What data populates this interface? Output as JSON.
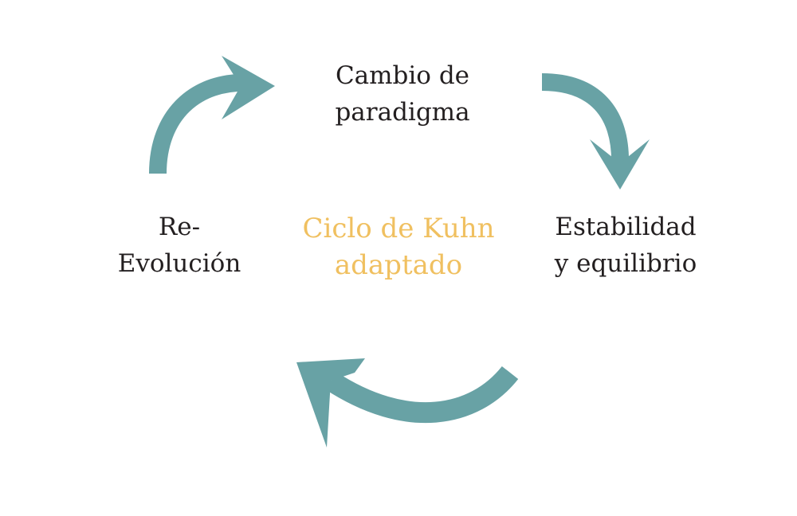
{
  "diagram": {
    "center": {
      "line1": "Ciclo de Kuhn",
      "line2": "adaptado",
      "color": "#f0c060"
    },
    "nodes": {
      "top": {
        "line1": "Cambio de",
        "line2": "paradigma"
      },
      "right": {
        "line1": "Estabilidad",
        "line2": "y equilibrio"
      },
      "left": {
        "line1": "Re-",
        "line2": "Evolución"
      }
    },
    "text_color": "#231f20",
    "arrow_color": "#68a2a5"
  }
}
